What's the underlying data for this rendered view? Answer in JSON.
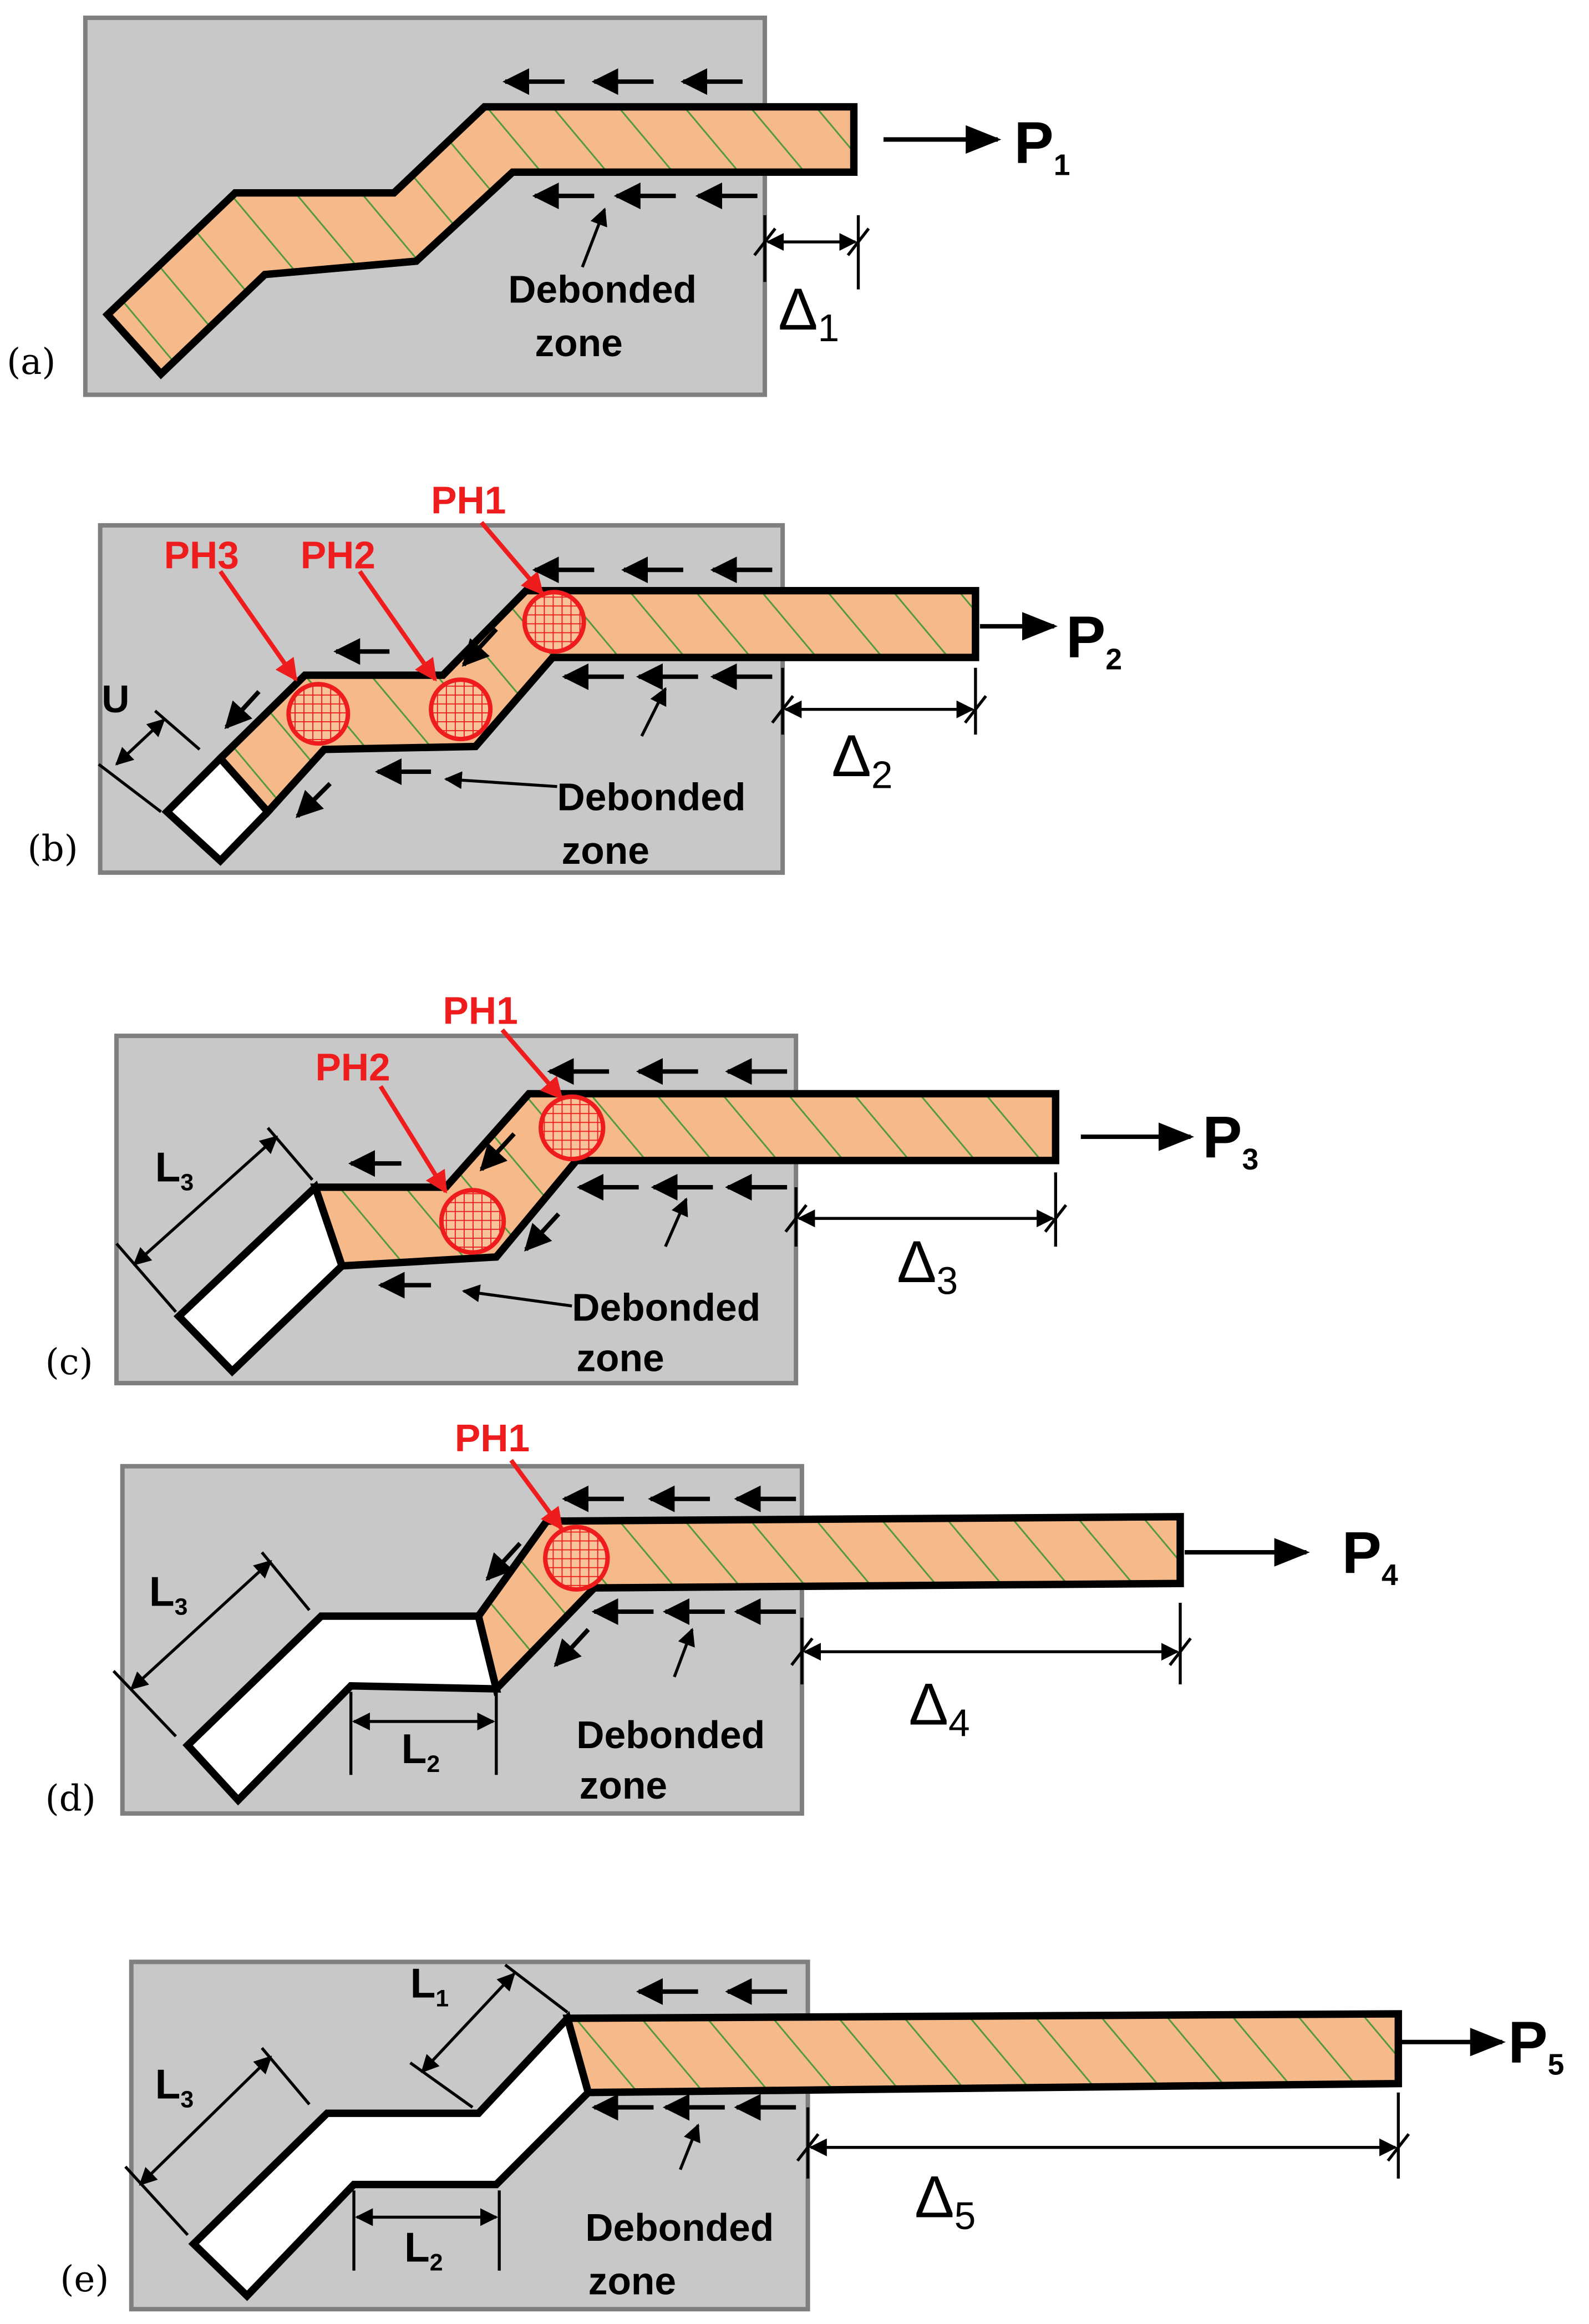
{
  "colors": {
    "block": "#c8c8c8",
    "block_border": "#7f7f7f",
    "tendon": "#f5b98a",
    "hatch": "#4f9a3a",
    "accent_red": "#ee1c1c",
    "outline": "#000000",
    "void": "#ffffff"
  },
  "panels": {
    "a": {
      "label": "(a)",
      "load": "P",
      "load_sub": "1",
      "delta": "Δ",
      "delta_sub": "1",
      "debonded": "Debonded",
      "zone": "zone"
    },
    "b": {
      "label": "(b)",
      "load": "P",
      "load_sub": "2",
      "delta": "Δ",
      "delta_sub": "2",
      "debonded": "Debonded",
      "zone": "zone",
      "u": "U",
      "ph1": "PH1",
      "ph2": "PH2",
      "ph3": "PH3"
    },
    "c": {
      "label": "(c)",
      "load": "P",
      "load_sub": "3",
      "delta": "Δ",
      "delta_sub": "3",
      "debonded": "Debonded",
      "zone": "zone",
      "l3": "L",
      "l3_sub": "3",
      "ph1": "PH1",
      "ph2": "PH2"
    },
    "d": {
      "label": "(d)",
      "load": "P",
      "load_sub": "4",
      "delta": "Δ",
      "delta_sub": "4",
      "debonded": "Debonded",
      "zone": "zone",
      "l3": "L",
      "l3_sub": "3",
      "l2": "L",
      "l2_sub": "2",
      "ph1": "PH1"
    },
    "e": {
      "label": "(e)",
      "load": "P",
      "load_sub": "5",
      "delta": "Δ",
      "delta_sub": "5",
      "debonded": "Debonded",
      "zone": "zone",
      "l3": "L",
      "l3_sub": "3",
      "l2": "L",
      "l2_sub": "2",
      "l1": "L",
      "l1_sub": "1"
    }
  }
}
